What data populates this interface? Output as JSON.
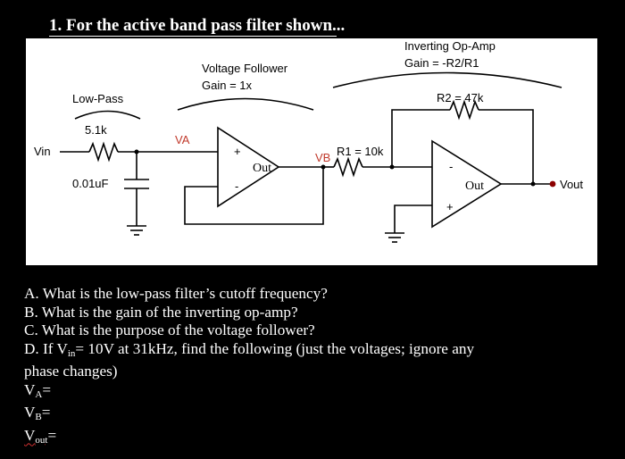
{
  "title": "1. For the active band pass filter shown...",
  "diagram": {
    "low_pass_label": "Low-Pass",
    "resistor_1_label": "5.1k",
    "capacitor_label": "0.01uF",
    "input_label": "Vin",
    "va_label": "VA",
    "follower_label_line1": "Voltage Follower",
    "follower_label_line2": "Gain = 1x",
    "plus_sign": "+",
    "minus_sign": "-",
    "out_label": "Out",
    "vb_label": "VB",
    "r1_label": "R1 = 10k",
    "inverting_label_line1": "Inverting Op-Amp",
    "inverting_label_line2": "Gain = -R2/R1",
    "r2_label": "R2 = 47k",
    "output_label": "Vout",
    "colors": {
      "va": "#c0392b",
      "vb": "#c0392b",
      "wire": "#000000",
      "output_dot": "#8b0000"
    }
  },
  "questions": {
    "a": "A. What is the low-pass filter’s cutoff frequency?",
    "b": "B. What is the gain of the inverting op-amp?",
    "c": "C. What is the purpose of the voltage follower?",
    "d_part1": "D. If V",
    "d_sub": "in",
    "d_part2": "= 10V at 31kHz, find the following (just the voltages; ignore any",
    "d_line2": "phase changes)",
    "va_main": "V",
    "va_sub": "A",
    "va_eq": "=",
    "vb_main": "V",
    "vb_sub": "B",
    "vb_eq": "=",
    "vout_main": "V",
    "vout_sub": "out",
    "vout_eq": "="
  }
}
